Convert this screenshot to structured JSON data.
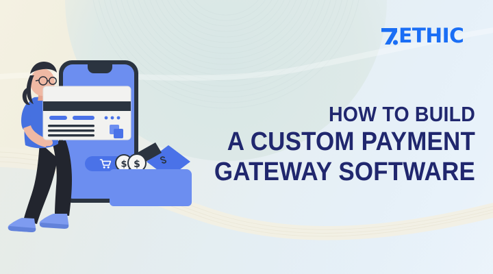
{
  "banner": {
    "background_colors": {
      "left_cream": "#f4f1e2",
      "right_light_blue": "#ecf4fb",
      "disc_teal": "#dde9e7",
      "wave_cream": "#f5f2e4"
    }
  },
  "logo": {
    "name": "zethic-logo",
    "mark": "7.",
    "wordmark": "ETHIC",
    "full_text": "7.ETHIC",
    "color": "#1a6ef5"
  },
  "headline": {
    "color": "#20276e",
    "lines": [
      "HOW TO BUILD",
      "A CUSTOM PAYMENT",
      "GATEWAY SOFTWARE"
    ]
  },
  "illustration": {
    "name": "payment-gateway-illustration",
    "colors": {
      "primary_blue": "#6c8ef0",
      "accent_blue": "#4a72e8",
      "phone_frame": "#2b3440",
      "skin": "#efb9a4",
      "hair": "#2b2f3a",
      "shirt": "#4671e0",
      "pants": "#22252e",
      "shoe": "#7e9bf0",
      "card_white": "#f2f2f0",
      "stripe_dark": "#2b3440",
      "coin_white": "#f5f5f3"
    },
    "elements": [
      {
        "name": "smartphone",
        "label": "smartphone-mockup"
      },
      {
        "name": "browser-card",
        "label": "payment-card-window"
      },
      {
        "name": "cart-button",
        "label": "shopping-cart-button"
      },
      {
        "name": "wallet",
        "label": "wallet-with-money"
      },
      {
        "name": "coins",
        "label": "dollar-coins"
      },
      {
        "name": "person",
        "label": "woman-holding-card"
      }
    ]
  }
}
